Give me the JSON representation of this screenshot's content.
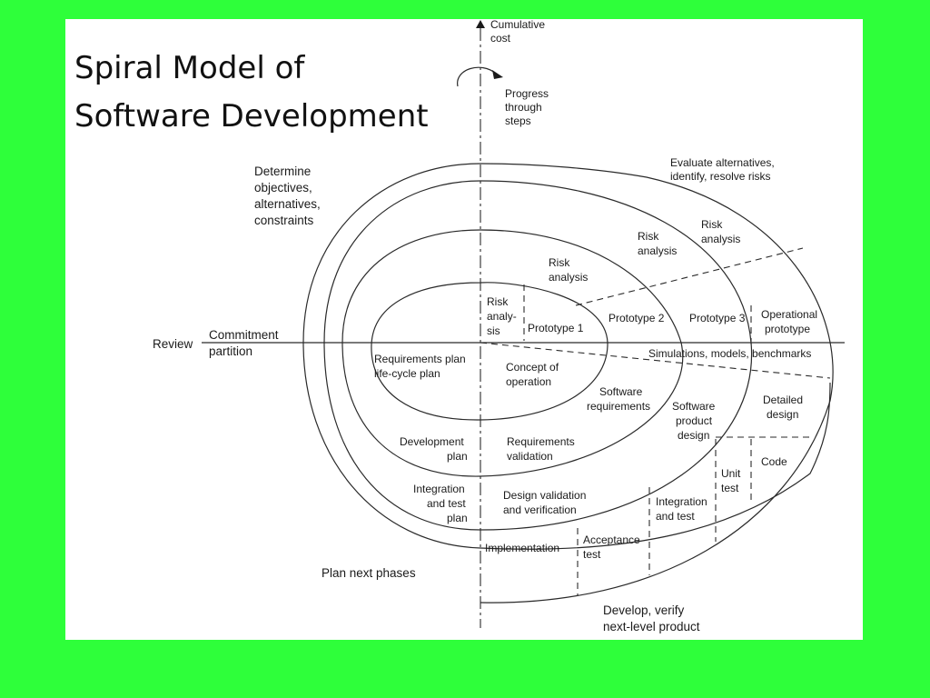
{
  "title": "Spiral Model of\nSoftware Development",
  "labels": {
    "cumulative_cost": [
      "Cumulative",
      "cost"
    ],
    "progress": [
      "Progress",
      "through",
      "steps"
    ],
    "evaluate": [
      "Evaluate alternatives,",
      "identify, resolve risks"
    ],
    "determine": [
      "Determine",
      "objectives,",
      "alternatives,",
      "constraints"
    ],
    "risk_analysis_4": [
      "Risk",
      "analysis"
    ],
    "risk_analysis_3": [
      "Risk",
      "analysis"
    ],
    "risk_analysis_2": [
      "Risk",
      "analysis"
    ],
    "risk_analysis_1": [
      "Risk",
      "analy-",
      "sis"
    ],
    "prototype_1": "Prototype 1",
    "prototype_2": "Prototype 2",
    "prototype_3": "Prototype 3",
    "operational_prototype": [
      "Operational",
      "prototype"
    ],
    "review": "Review",
    "commitment": [
      "Commitment",
      "partition"
    ],
    "simulations": "Simulations, models, benchmarks",
    "requirements_plan": [
      "Requirements plan",
      "life-cycle plan"
    ],
    "concept": [
      "Concept of",
      "operation"
    ],
    "software_requirements": [
      "Software",
      "requirements"
    ],
    "software_product_design": [
      "Software",
      "product",
      "design"
    ],
    "detailed_design": [
      "Detailed",
      "design"
    ],
    "development_plan": [
      "Development",
      "plan"
    ],
    "requirements_validation": [
      "Requirements",
      "validation"
    ],
    "code": "Code",
    "unit_test": [
      "Unit",
      "test"
    ],
    "integration_test_plan": [
      "Integration",
      "and test",
      "plan"
    ],
    "design_validation": [
      "Design validation",
      "and verification"
    ],
    "integration_test": [
      "Integration",
      "and test"
    ],
    "implementation": "Implementation",
    "acceptance_test": [
      "Acceptance",
      "test"
    ],
    "plan_next": "Plan next phases",
    "develop_verify": [
      "Develop, verify",
      "next-level product"
    ]
  }
}
